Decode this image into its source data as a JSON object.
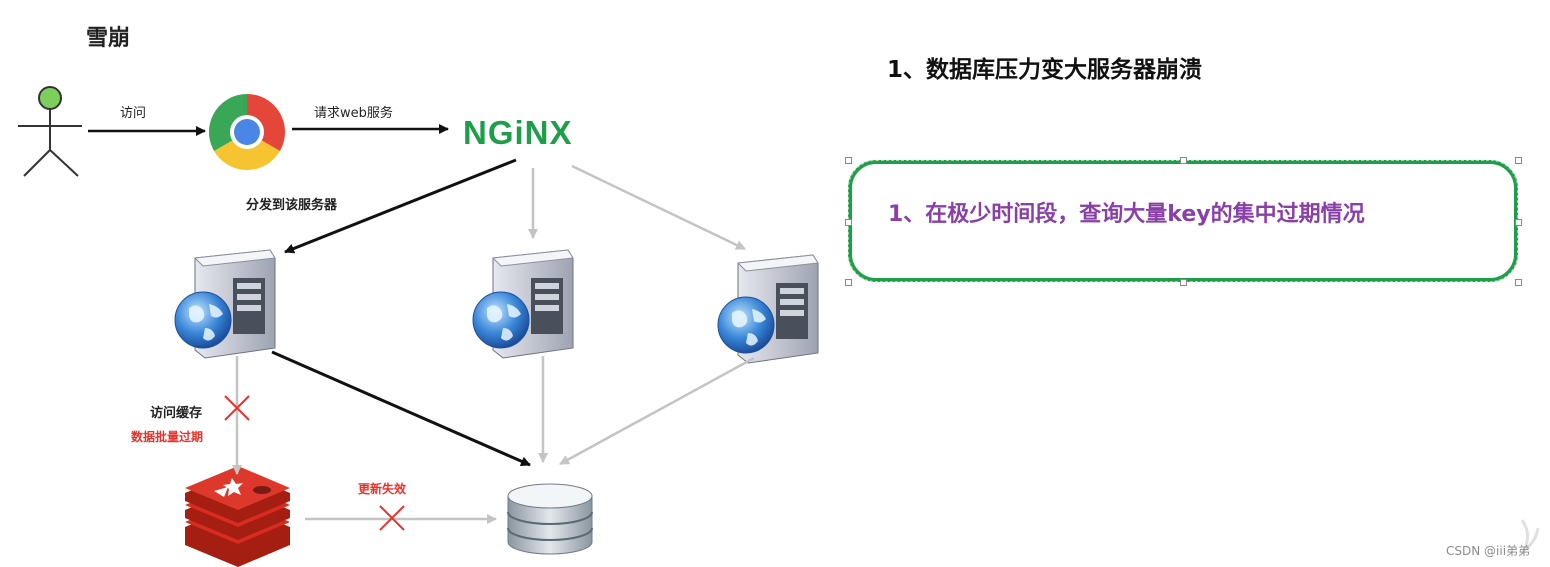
{
  "diagram": {
    "title": "雪崩",
    "labels": {
      "visit": "访问",
      "request_web": "请求web服务",
      "dispatch": "分发到该服务器",
      "access_cache": "访问缓存",
      "data_batch_expire": "数据批量过期",
      "update_failed": "更新失效"
    },
    "nodes": {
      "nginx": "NGiNX"
    },
    "colors": {
      "nginx_green": "#1f9e4a",
      "error_red": "#e8322b",
      "note_purple": "#8a3fa8",
      "arrow_dark": "#111111",
      "arrow_light": "#c4c4c4"
    }
  },
  "notes": {
    "heading": "1、数据库压力变大服务器崩溃",
    "box_text": "1、在极少时间段，查询大量key的集中过期情况"
  },
  "watermark": "CSDN @iii弟弟"
}
